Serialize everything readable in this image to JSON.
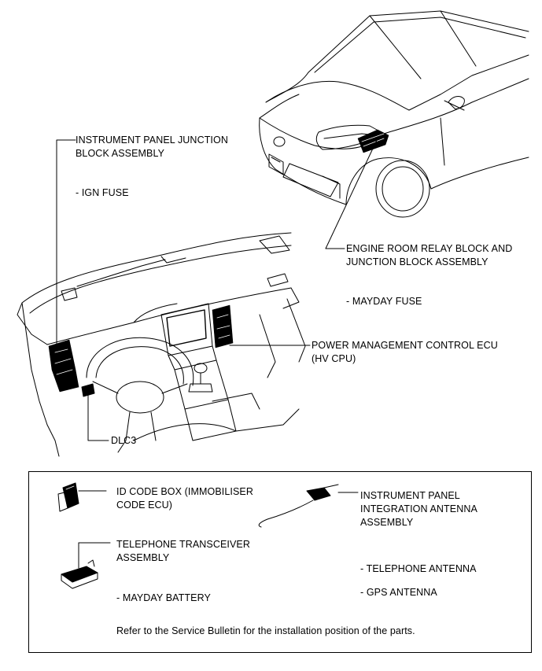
{
  "callouts": {
    "ip_junction_block": "INSTRUMENT PANEL JUNCTION\nBLOCK ASSEMBLY",
    "ign_fuse": "- IGN FUSE",
    "engine_room_relay": "ENGINE ROOM RELAY BLOCK AND\nJUNCTION BLOCK ASSEMBLY",
    "mayday_fuse": "- MAYDAY FUSE",
    "power_mgmt_ecu": "POWER MANAGEMENT CONTROL ECU\n(HV CPU)",
    "dlc3": "DLC3"
  },
  "legend": {
    "id_code_box": "ID CODE BOX (IMMOBILISER\nCODE ECU)",
    "telephone_transceiver": "TELEPHONE TRANSCEIVER\nASSEMBLY",
    "mayday_battery": "- MAYDAY BATTERY",
    "ip_antenna": "INSTRUMENT PANEL\nINTEGRATION ANTENNA\nASSEMBLY",
    "telephone_antenna": "- TELEPHONE ANTENNA",
    "gps_antenna": "- GPS ANTENNA",
    "note": "Refer to the Service Bulletin for the installation position of the parts."
  }
}
